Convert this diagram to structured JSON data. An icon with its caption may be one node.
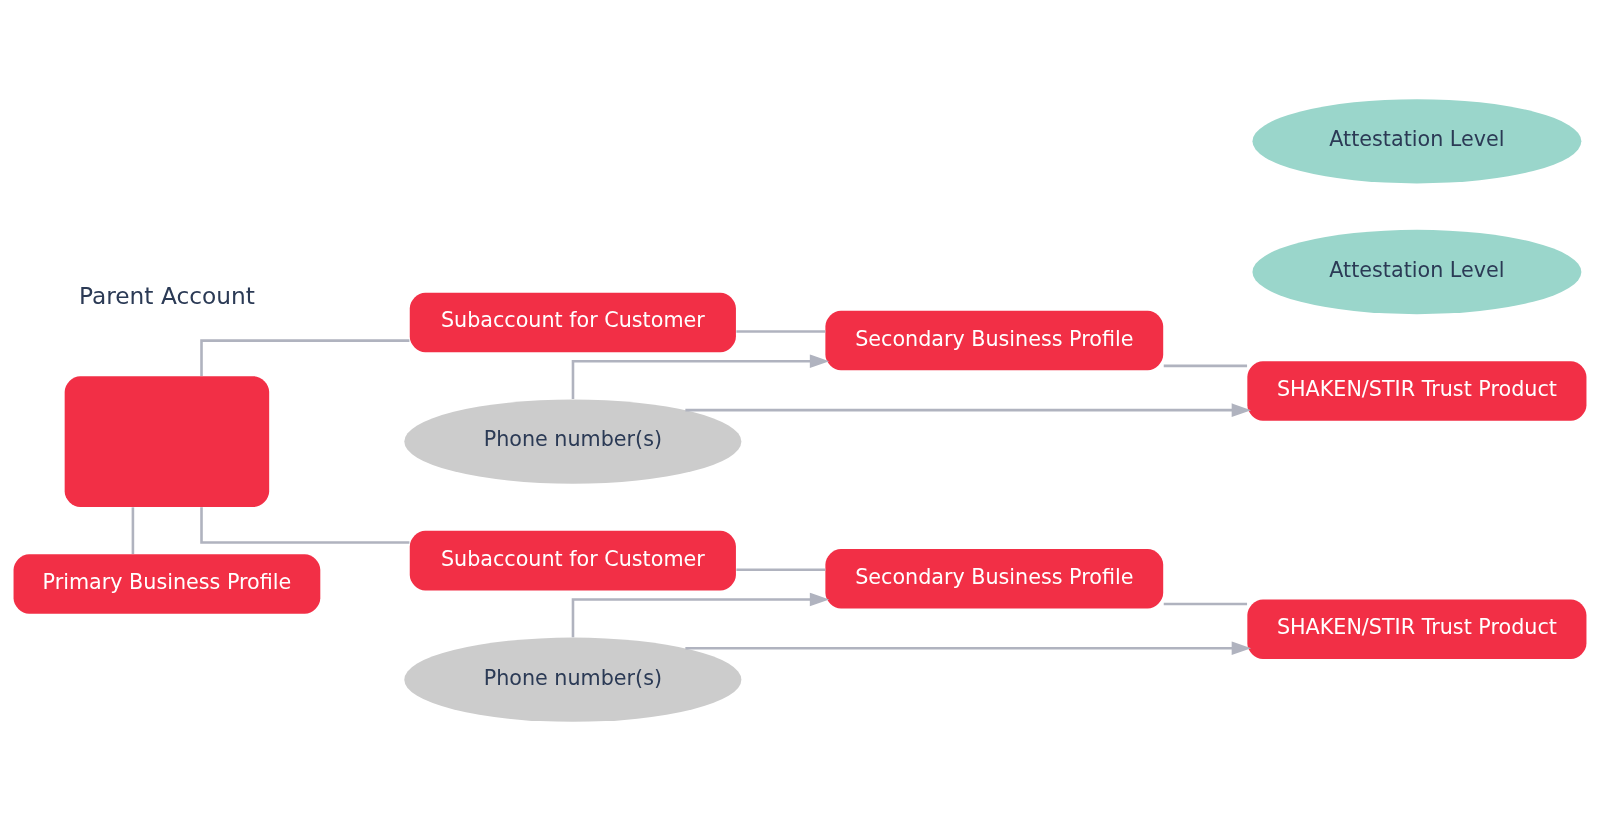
{
  "diagram": {
    "nodes": [
      {
        "text": [],
        "shape": "box",
        "beside": [
          "Parent Account"
        ]
      },
      {
        "text": [
          "Primary Business Profile"
        ]
      },
      {
        "text": [
          "Phone number(s)"
        ]
      },
      {
        "text": [
          "Subaccount for Customer"
        ]
      },
      {
        "text": [
          "Secondary Business Profile"
        ]
      },
      {
        "text": [
          "Attestation Level"
        ]
      },
      {
        "text": [
          "SHAKEN/STIR Trust Product"
        ]
      },
      {
        "text": [
          "Attestation Level"
        ]
      },
      {
        "text": [
          "Subaccount for Customer"
        ]
      },
      {
        "text": [
          "Secondary Business Profile"
        ]
      },
      {
        "text": [
          "SHAKEN/STIR Trust Product"
        ]
      },
      {
        "text": [
          "Phone number(s)"
        ]
      }
    ],
    "edges": [
      {
        "from": 0,
        "to": 1,
        "arrow": "none"
      },
      {
        "from": 0,
        "to": 3,
        "arrow": "none"
      },
      {
        "from": 0,
        "to": 8,
        "arrow": "none"
      },
      {
        "from": 3,
        "to": 4,
        "arrow": "none"
      },
      {
        "from": 4,
        "to": 6,
        "arrow": "none"
      },
      {
        "from": 2,
        "to": 4,
        "arrow": "to"
      },
      {
        "from": 2,
        "to": 6,
        "arrow": "to"
      },
      {
        "from": 8,
        "to": 9,
        "arrow": "none"
      },
      {
        "from": 9,
        "to": 10,
        "arrow": "none"
      },
      {
        "from": 11,
        "to": 9,
        "arrow": "to"
      },
      {
        "from": 11,
        "to": 10,
        "arrow": "to"
      }
    ]
  }
}
